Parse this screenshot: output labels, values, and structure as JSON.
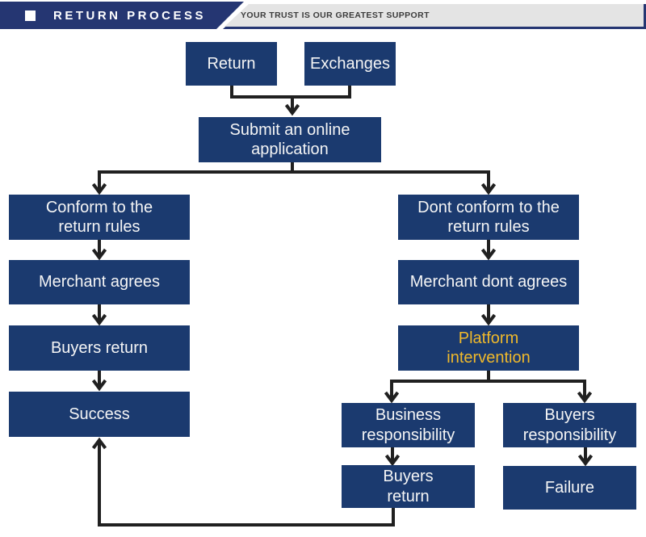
{
  "header": {
    "title": "RETURN PROCESS",
    "tagline": "YOUR TRUST IS OUR GREATEST SUPPORT"
  },
  "colors": {
    "header_navy": "#253672",
    "box_navy": "#1b3a6f",
    "box_text": "#f5f5f5",
    "accent_yellow": "#f0b92b",
    "connector_dark": "#202020",
    "tagline_bar_gray": "#e4e4e4",
    "tagline_text": "#3c3c3c"
  },
  "flowchart": {
    "nodes": {
      "return": {
        "label": "Return"
      },
      "exchanges": {
        "label": "Exchanges"
      },
      "submit": {
        "label": "Submit an online\napplication"
      },
      "conform": {
        "label": "Conform to the\nreturn rules"
      },
      "merchant_agrees": {
        "label": "Merchant agrees"
      },
      "buyers_return_left": {
        "label": "Buyers return"
      },
      "success": {
        "label": "Success"
      },
      "dont_conform": {
        "label": "Dont conform to the\nreturn rules"
      },
      "merchant_dont_agrees": {
        "label": "Merchant dont agrees"
      },
      "platform_intervention": {
        "label": "Platform\nintervention"
      },
      "business_responsibility": {
        "label": "Business\nresponsibility"
      },
      "buyers_responsibility": {
        "label": "Buyers\nresponsibility"
      },
      "buyers_return_bottom": {
        "label": "Buyers\nreturn"
      },
      "failure": {
        "label": "Failure"
      }
    }
  }
}
